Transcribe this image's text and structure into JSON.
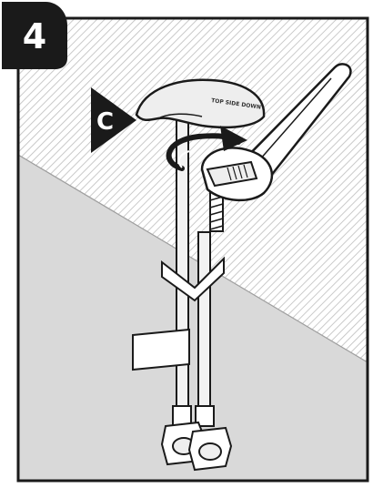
{
  "step": {
    "number": "4"
  },
  "callout": {
    "letter": "C"
  },
  "nut_stamp": {
    "text": "TOP SIDE DOWN"
  },
  "colors": {
    "wall_hatch": "#cfcfcf",
    "counter_fill": "#d9d9d9",
    "outline": "#1a1a1a",
    "badge": "#1a1a1a"
  },
  "icons": {
    "badge": "step-number-badge",
    "pointer": "callout-pointer-triangle",
    "rotation": "clockwise-rotation-arrow",
    "tool": "adjustable-wrench",
    "break": "length-break-symbol"
  }
}
